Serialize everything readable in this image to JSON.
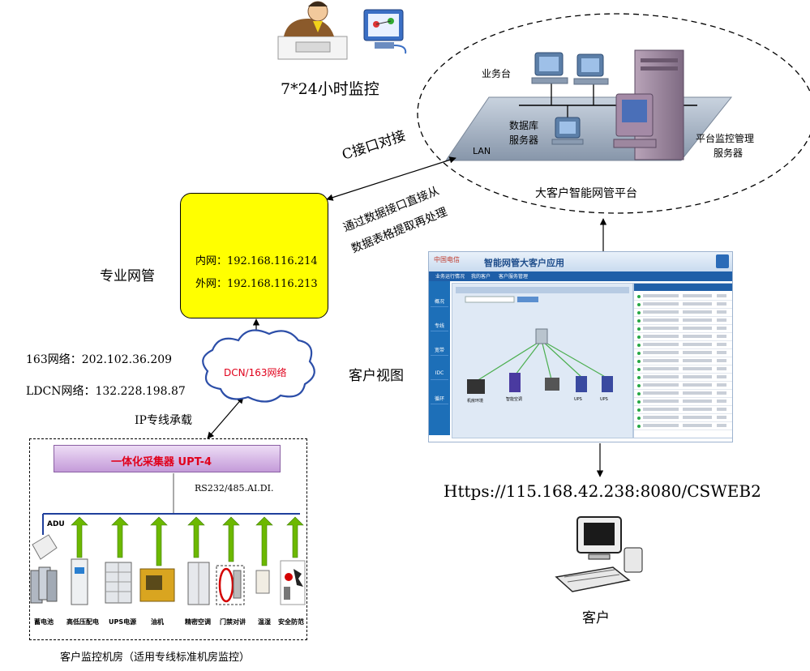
{
  "monitor_label": "7*24小时监控",
  "platform": {
    "title": "大客户智能网管平台",
    "workstation_label": "业务台",
    "db_server_label_1": "数据库",
    "db_server_label_2": "服务器",
    "lan_label": "LAN",
    "mgmt_server_label_1": "平台监控管理",
    "mgmt_server_label_2": "服务器"
  },
  "interface": {
    "c_interface_label": "C接口对接",
    "data_note_line1": "通过数据接口直接从",
    "data_note_line2": "数据表格提取再处理"
  },
  "nms": {
    "label": "专业网管",
    "internal_ip": "内网：192.168.116.214",
    "external_ip": "外网：192.168.116.213"
  },
  "network": {
    "net163_label": "163网络：202.102.36.209",
    "ldcn_label": "LDCN网络：132.228.198.87",
    "cloud_label": "DCN/163网络",
    "ip_line_label": "IP专线承载"
  },
  "room": {
    "collector_label": "一体化采集器  UPT-4",
    "rs232_label": "RS232/485.AI.DI.",
    "adu_label": "ADU",
    "devices": [
      "蓄电池",
      "高低压配电",
      "UPS电源",
      "油机",
      "精密空调",
      "门禁对讲",
      "温湿",
      "安全防范"
    ],
    "caption": "客户监控机房（适用专线标准机房监控）"
  },
  "customer_view": {
    "label": "客户视图",
    "app_logo": "中国电信",
    "app_title": "智能网管大客户应用",
    "nav_tabs": [
      "业务运行情况",
      "我的客户",
      "客户服务管理"
    ],
    "side_menu": [
      "概况",
      "专线",
      "宽带",
      "IDC",
      "循环"
    ],
    "topology_nodes": [
      "机房环境",
      "智能空调",
      "UPS",
      "UPS"
    ]
  },
  "url_label": "Https://115.168.42.238:8080/CSWEB2",
  "customer_label": "客户",
  "colors": {
    "nms_box": "#ffff00",
    "collector_fill": "#d6b4e8",
    "collector_text": "#e0001b",
    "cloud_text": "#e0001b",
    "bus_line": "#1f3f9c",
    "arrow_green": "#6cb800"
  }
}
